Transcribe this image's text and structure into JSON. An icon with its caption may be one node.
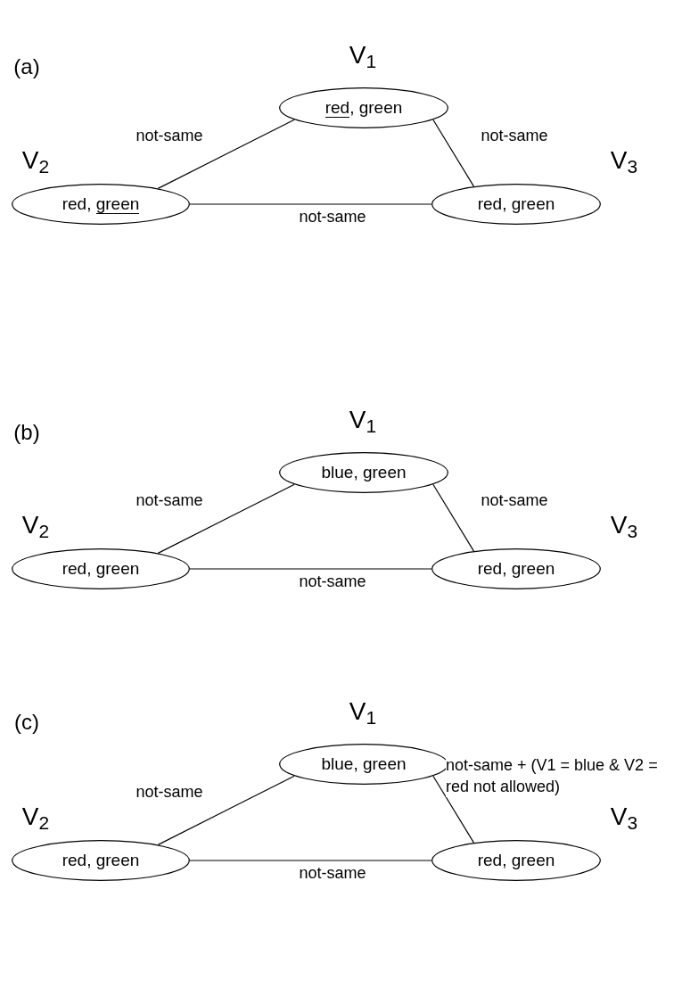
{
  "diagram": {
    "nodes": [
      {
        "text": [
          "red, green"
        ],
        "beside": [
          "V$_{1}$"
        ]
      },
      {
        "text": [
          "red, green"
        ],
        "beside": [
          "V$_{2}$"
        ]
      },
      {
        "text": [
          "red, green"
        ],
        "beside": [
          "V$_{3}$"
        ]
      },
      {
        "text": [
          "blue, green"
        ],
        "beside": [
          "V$_{1}$"
        ]
      },
      {
        "text": [
          "red, green"
        ],
        "beside": [
          "V$_{2}$"
        ]
      },
      {
        "text": [
          "red, green"
        ],
        "beside": [
          "V$_{3}$"
        ]
      },
      {
        "text": [
          "blue, green"
        ],
        "beside": [
          "V$_{1}$"
        ]
      },
      {
        "text": [
          "red, green"
        ],
        "beside": [
          "V$_{2}$"
        ]
      },
      {
        "text": [
          "red, green"
        ],
        "beside": [
          "V$_{3}$"
        ]
      }
    ],
    "edges": [
      {
        "from": 0,
        "to": 1,
        "arrow": "none",
        "label": "not-same"
      },
      {
        "from": 0,
        "to": 2,
        "arrow": "none",
        "label": "not-same"
      },
      {
        "from": 1,
        "to": 2,
        "arrow": "none",
        "label": "not-same"
      },
      {
        "from": 3,
        "to": 4,
        "arrow": "none",
        "label": "not-same"
      },
      {
        "from": 3,
        "to": 5,
        "arrow": "none",
        "label": "not-same"
      },
      {
        "from": 4,
        "to": 5,
        "arrow": "none",
        "label": "not-same"
      },
      {
        "from": 6,
        "to": 7,
        "arrow": "none",
        "label": "not-same"
      },
      {
        "from": 6,
        "to": 8,
        "arrow": "none",
        "label": "not-same + (V1 = blue & V2 = red not allowed)"
      },
      {
        "from": 7,
        "to": 8,
        "arrow": "none",
        "label": "not-same"
      }
    ],
    "labels": [
      "(a)",
      "(b)",
      "(c)"
    ]
  }
}
